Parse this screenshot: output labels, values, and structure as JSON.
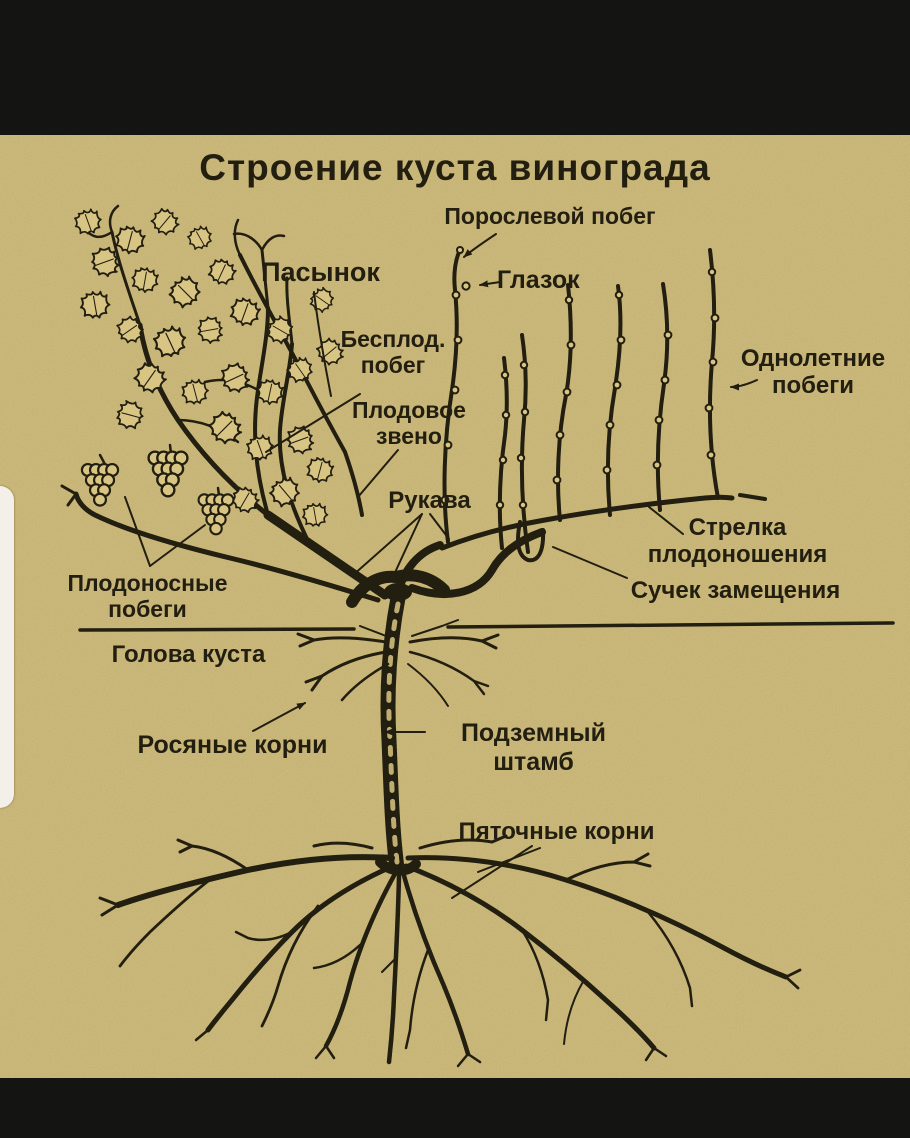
{
  "screen": {
    "canvas_color": "#d9c583",
    "ink_color": "#221e10",
    "letterbox_color": "#141412",
    "side_panel_color": "#f3f0e9"
  },
  "diagram": {
    "title": "Строение куста винограда",
    "labels": {
      "sucker_shoot": "Порослевой побег",
      "stepson": "Пасынок",
      "eye": "Глазок",
      "barren_shoot": "Бесплод. побег",
      "fruit_link": "Плодовое звено",
      "one_year_shoots": "Однолетние побеги",
      "arms": "Рукава",
      "fruiting_arrow": "Стрелка плодоношения",
      "replacement_knot": "Сучек замещения",
      "fruiting_shoots": "Плодоносные побеги",
      "bush_head": "Голова куста",
      "dew_roots": "Росяные корни",
      "underground_trunk": "Подземный штамб",
      "heel_roots": "Пяточные корни"
    }
  }
}
